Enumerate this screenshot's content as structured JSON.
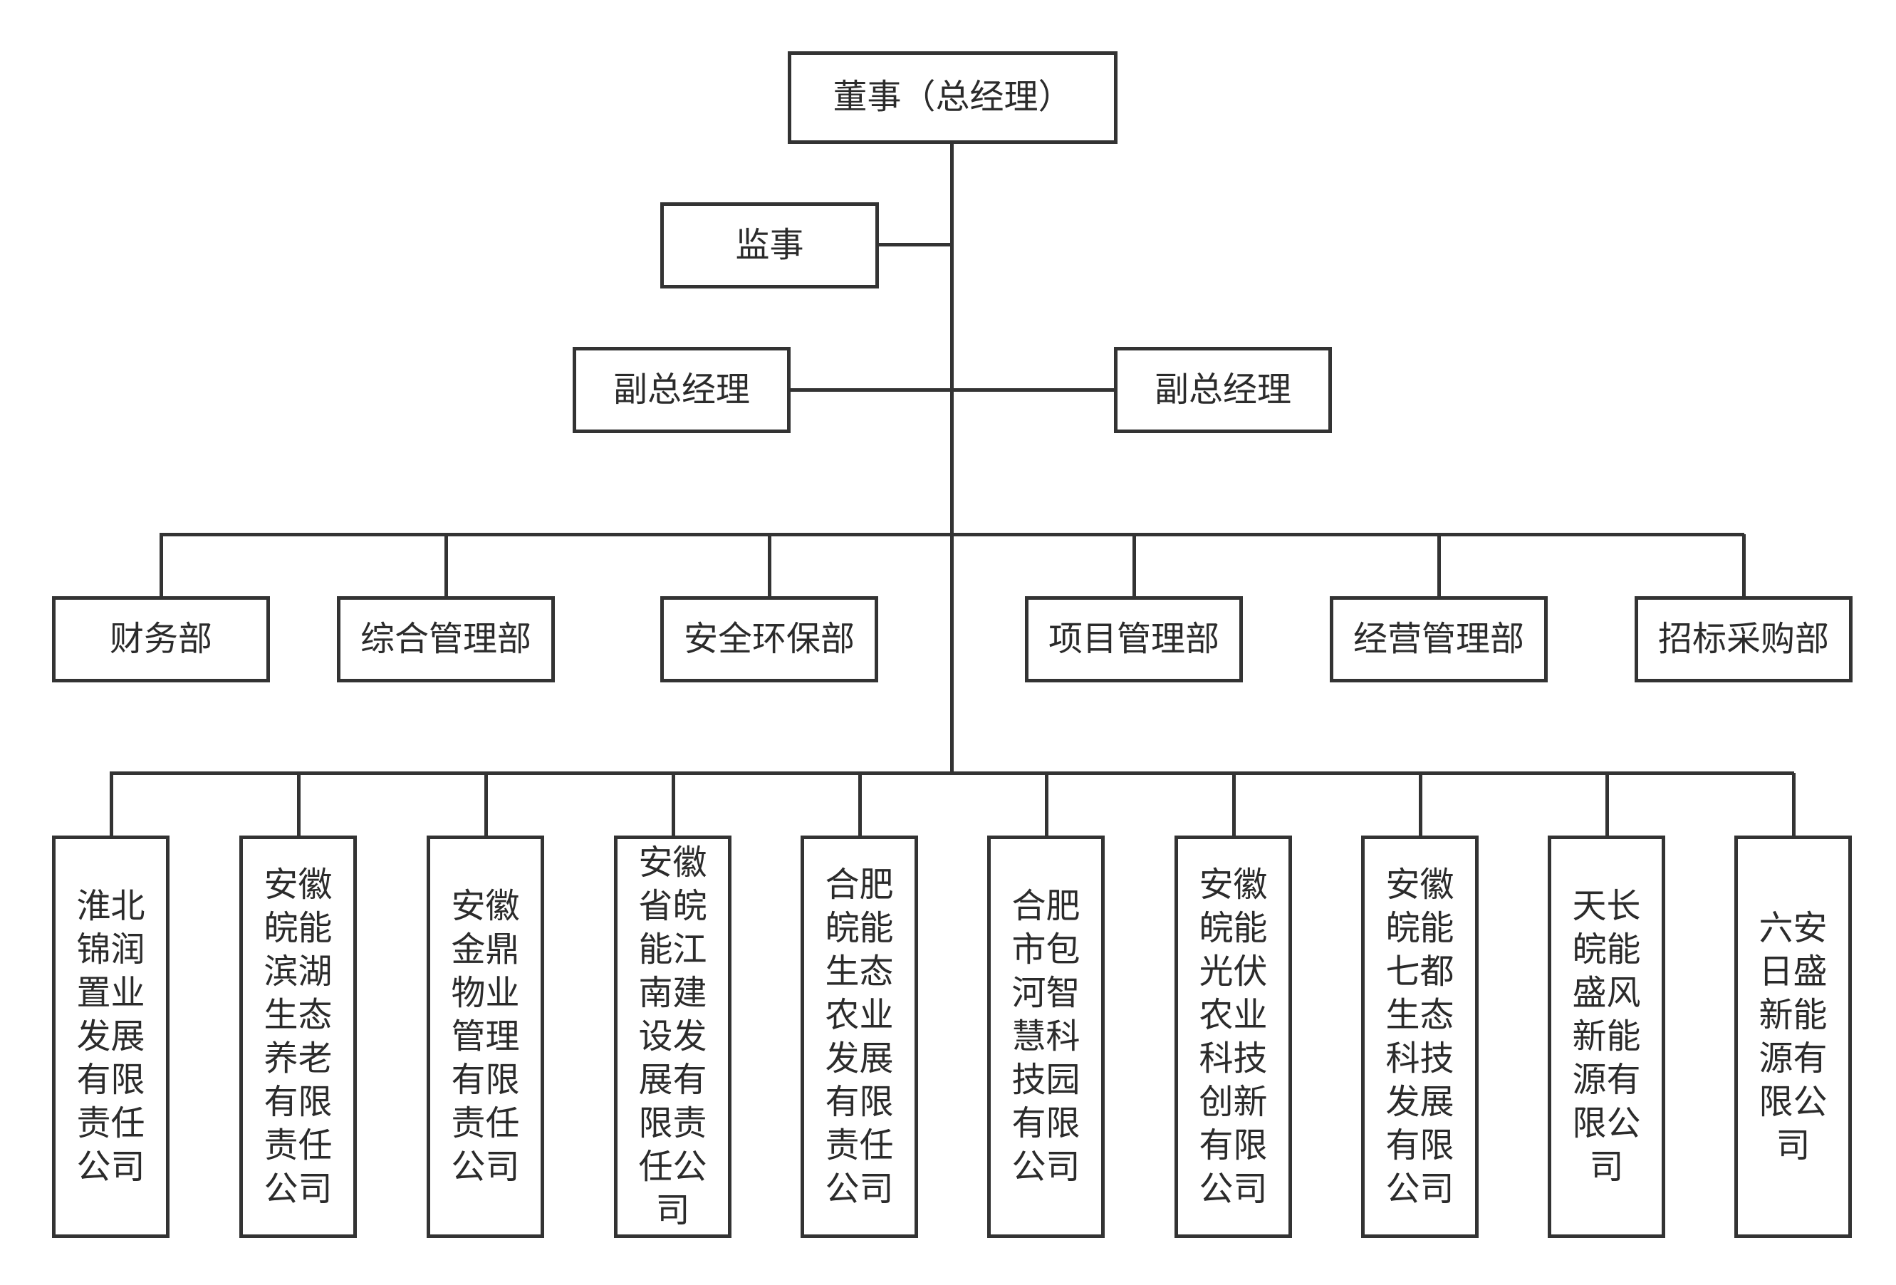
{
  "root": {
    "label": "董事（总经理）"
  },
  "supervisor": {
    "label": "监事"
  },
  "deputies": [
    {
      "label": "副总经理"
    },
    {
      "label": "副总经理"
    }
  ],
  "departments": [
    {
      "label": "财务部"
    },
    {
      "label": "综合管理部"
    },
    {
      "label": "安全环保部"
    },
    {
      "label": "项目管理部"
    },
    {
      "label": "经营管理部"
    },
    {
      "label": "招标采购部"
    }
  ],
  "subsidiaries": [
    {
      "label": "淮北\n锦润\n置业\n发展\n有限\n责任\n公司"
    },
    {
      "label": "安徽\n皖能\n滨湖\n生态\n养老\n有限\n责任\n公司"
    },
    {
      "label": "安徽\n金鼎\n物业\n管理\n有限\n责任\n公司"
    },
    {
      "label": "安徽\n省皖\n能江\n南建\n设发\n展有\n限责\n任公\n司"
    },
    {
      "label": "合肥\n皖能\n生态\n农业\n发展\n有限\n责任\n公司"
    },
    {
      "label": "合肥\n市包\n河智\n慧科\n技园\n有限\n公司"
    },
    {
      "label": "安徽\n皖能\n光伏\n农业\n科技\n创新\n有限\n公司"
    },
    {
      "label": "安徽\n皖能\n七都\n生态\n科技\n发展\n有限\n公司"
    },
    {
      "label": "天长\n皖能\n盛风\n新能\n源有\n限公\n司"
    },
    {
      "label": "六安\n日盛\n新能\n源有\n限公\n司"
    }
  ]
}
